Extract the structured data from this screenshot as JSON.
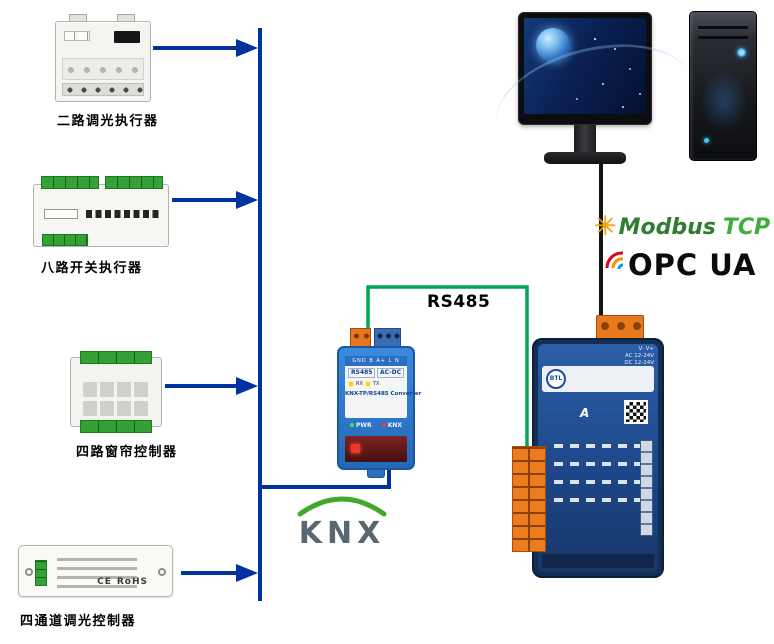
{
  "colors": {
    "bus_blue": "#0033a0",
    "link_green": "#00a651",
    "link_black": "#141414",
    "knx_green": "#43a72b",
    "knx_gray": "#5b6770",
    "modbus_text": "#2e7d32",
    "tcp_text": "#3fae3f",
    "modbus_yellow": "#f2a800",
    "converter_blue": "#2e7fd2",
    "gateway_navy": "#17365f",
    "terminal_orange": "#ec7c1e",
    "actuator_green": "#35a035"
  },
  "actuators": [
    {
      "label": "二路调光执行器"
    },
    {
      "label": "八路开关执行器"
    },
    {
      "label": "四路窗帘控制器"
    },
    {
      "label": "四通道调光控制器"
    }
  ],
  "controller_marks": {
    "ce": "CE",
    "rohs": "RoHS"
  },
  "converter": {
    "pin_header": "GND B A+  L N",
    "port_left": "RS485",
    "port_right": "AC-DC",
    "led_rx": "RX",
    "led_tx": "TX",
    "model": "KNX-TP/RS485 Converter",
    "ind_left": "PWR",
    "ind_right": "KNX"
  },
  "gateway": {
    "btl": "BTL",
    "logo_a": "A",
    "power_pins": "V-  V+",
    "supply_line1": "AC 12-24V",
    "supply_line2": "DC 12-24V"
  },
  "links": {
    "rs485_label": "RS485"
  },
  "logos": {
    "knx": "KNX",
    "modbus": "Modbus",
    "tcp": "TCP",
    "opcua": "OPC UA"
  },
  "icons": {
    "modbus_gear": "✳"
  }
}
